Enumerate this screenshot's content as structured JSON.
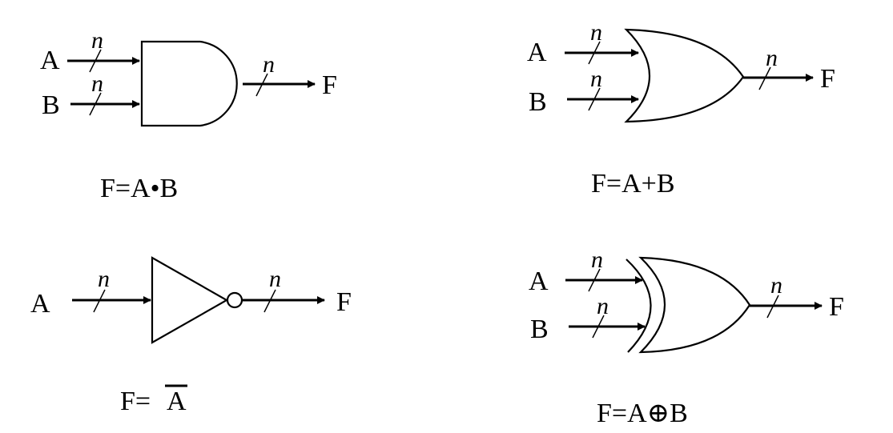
{
  "gates": {
    "and": {
      "input_a": "A",
      "input_b": "B",
      "output": "F",
      "width_label": "n",
      "caption": "F=A•B"
    },
    "or": {
      "input_a": "A",
      "input_b": "B",
      "output": "F",
      "width_label": "n",
      "caption": "F=A+B"
    },
    "not": {
      "input_a": "A",
      "output": "F",
      "width_label": "n",
      "caption_prefix": "F=",
      "caption_var": "A"
    },
    "xor": {
      "input_a": "A",
      "input_b": "B",
      "output": "F",
      "width_label": "n",
      "caption": "F=A⊕B"
    }
  }
}
